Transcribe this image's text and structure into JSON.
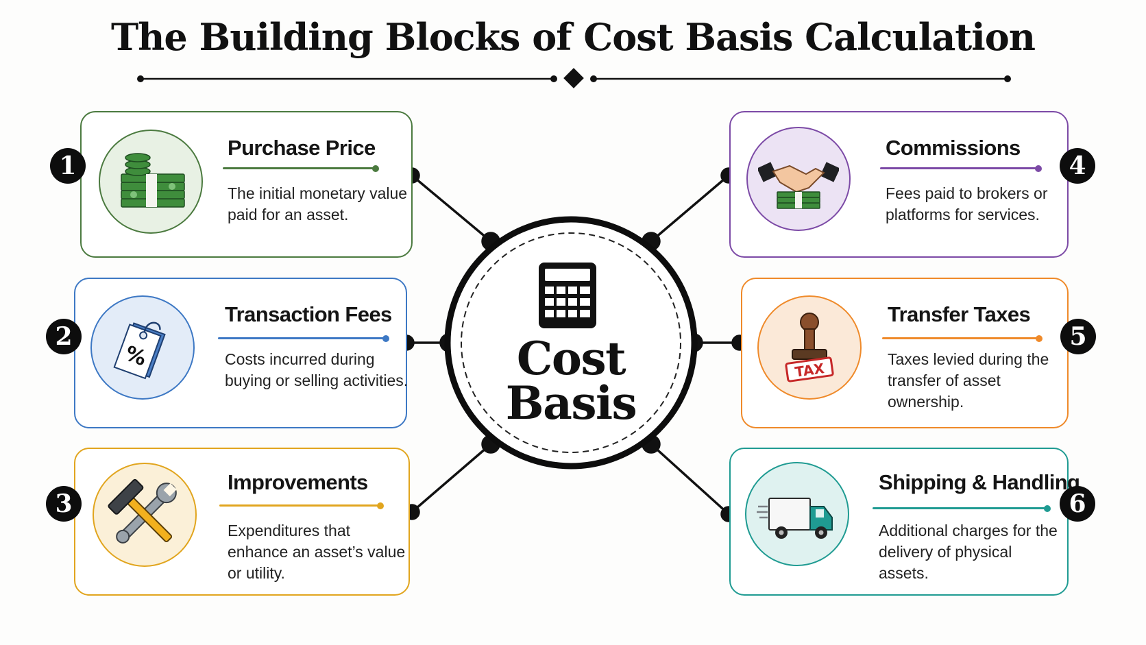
{
  "title": "The Building Blocks of Cost Basis Calculation",
  "hub": {
    "line1": "Cost",
    "line2": "Basis",
    "icon": "calculator-icon"
  },
  "cards": [
    {
      "number": "1",
      "title": "Purchase Price",
      "description": "The initial monetary value paid for an asset.",
      "color": "#4b7a3f",
      "tint": "#e8f1e4",
      "icon": "money-stack-icon"
    },
    {
      "number": "2",
      "title": "Transaction Fees",
      "description": "Costs incurred during buying or selling activities.",
      "color": "#3d78c4",
      "tint": "#e3ecf8",
      "icon": "percent-tag-icon"
    },
    {
      "number": "3",
      "title": "Improvements",
      "description": "Expenditures that enhance an asset’s value or utility.",
      "color": "#e1a51e",
      "tint": "#fbf0d8",
      "icon": "hammer-wrench-icon"
    },
    {
      "number": "4",
      "title": "Commissions",
      "description": "Fees paid to brokers or platforms for services.",
      "color": "#7c4aa6",
      "tint": "#ece3f4",
      "icon": "handshake-icon"
    },
    {
      "number": "5",
      "title": "Transfer Taxes",
      "description": "Taxes levied during the transfer of asset ownership.",
      "color": "#ef8a2a",
      "tint": "#fbe9d8",
      "icon": "tax-stamp-icon",
      "stamp_text": "TAX"
    },
    {
      "number": "6",
      "title": "Shipping & Handling",
      "description": "Additional charges for the delivery of physical assets.",
      "color": "#1f9b92",
      "tint": "#dff2f0",
      "icon": "delivery-truck-icon"
    }
  ]
}
